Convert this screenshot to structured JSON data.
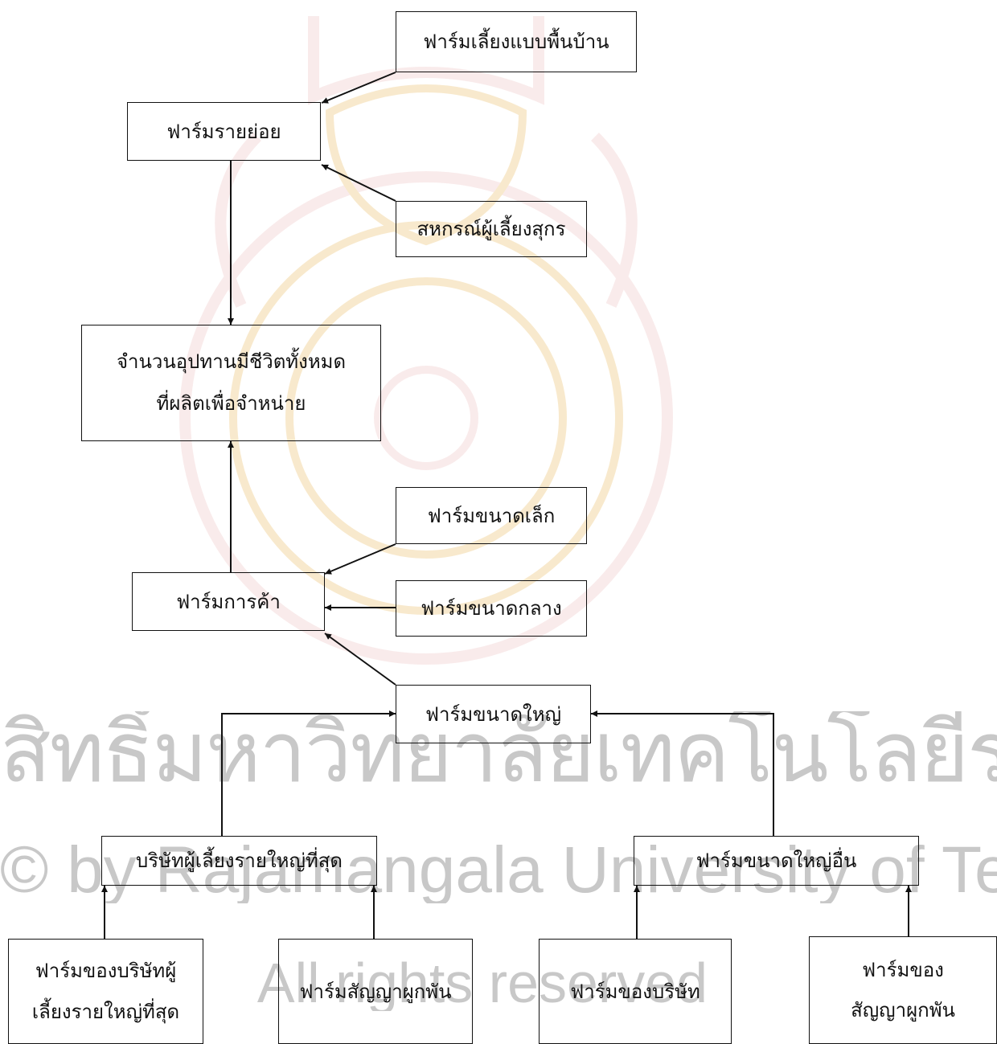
{
  "watermark": {
    "emblem_icon": "university-seal-icon",
    "line1": "สิทธิ์มหาวิทยาลัยเทคโนโลยีราชมงคลรัตนโกสินทร์",
    "line2": "© by Rajamangala University of Technology Rattanakosin",
    "line3": "All rights reserved"
  },
  "nodes": {
    "backyard_farm": "ฟาร์มเลี้ยงแบบพื้นบ้าน",
    "smallholder_farm": "ฟาร์มรายย่อย",
    "pig_cooperative": "สหกรณ์ผู้เลี้ยงสุกร",
    "total_supply": "จำนวนอุปทานมีชีวิตทั้งหมดที่ผลิตเพื่อจำหน่าย",
    "commercial_farm": "ฟาร์มการค้า",
    "small_farm": "ฟาร์มขนาดเล็ก",
    "medium_farm": "ฟาร์มขนาดกลาง",
    "large_farm": "ฟาร์มขนาดใหญ่",
    "largest_company": "บริษัทผู้เลี้ยงรายใหญ่ที่สุด",
    "other_large_farm": "ฟาร์มขนาดใหญ่อื่น",
    "largest_company_farm": "ฟาร์มของบริษัทผู้เลี้ยงรายใหญ่ที่สุด",
    "contract_farm": "ฟาร์มสัญญาผูกพัน",
    "company_farm": "ฟาร์มของบริษัท",
    "contract_owned_farm": "ฟาร์มของสัญญาผูกพัน"
  },
  "colors": {
    "line": "#111111",
    "watermark_text": "#c8c8c8",
    "emblem": "#e0a020"
  }
}
